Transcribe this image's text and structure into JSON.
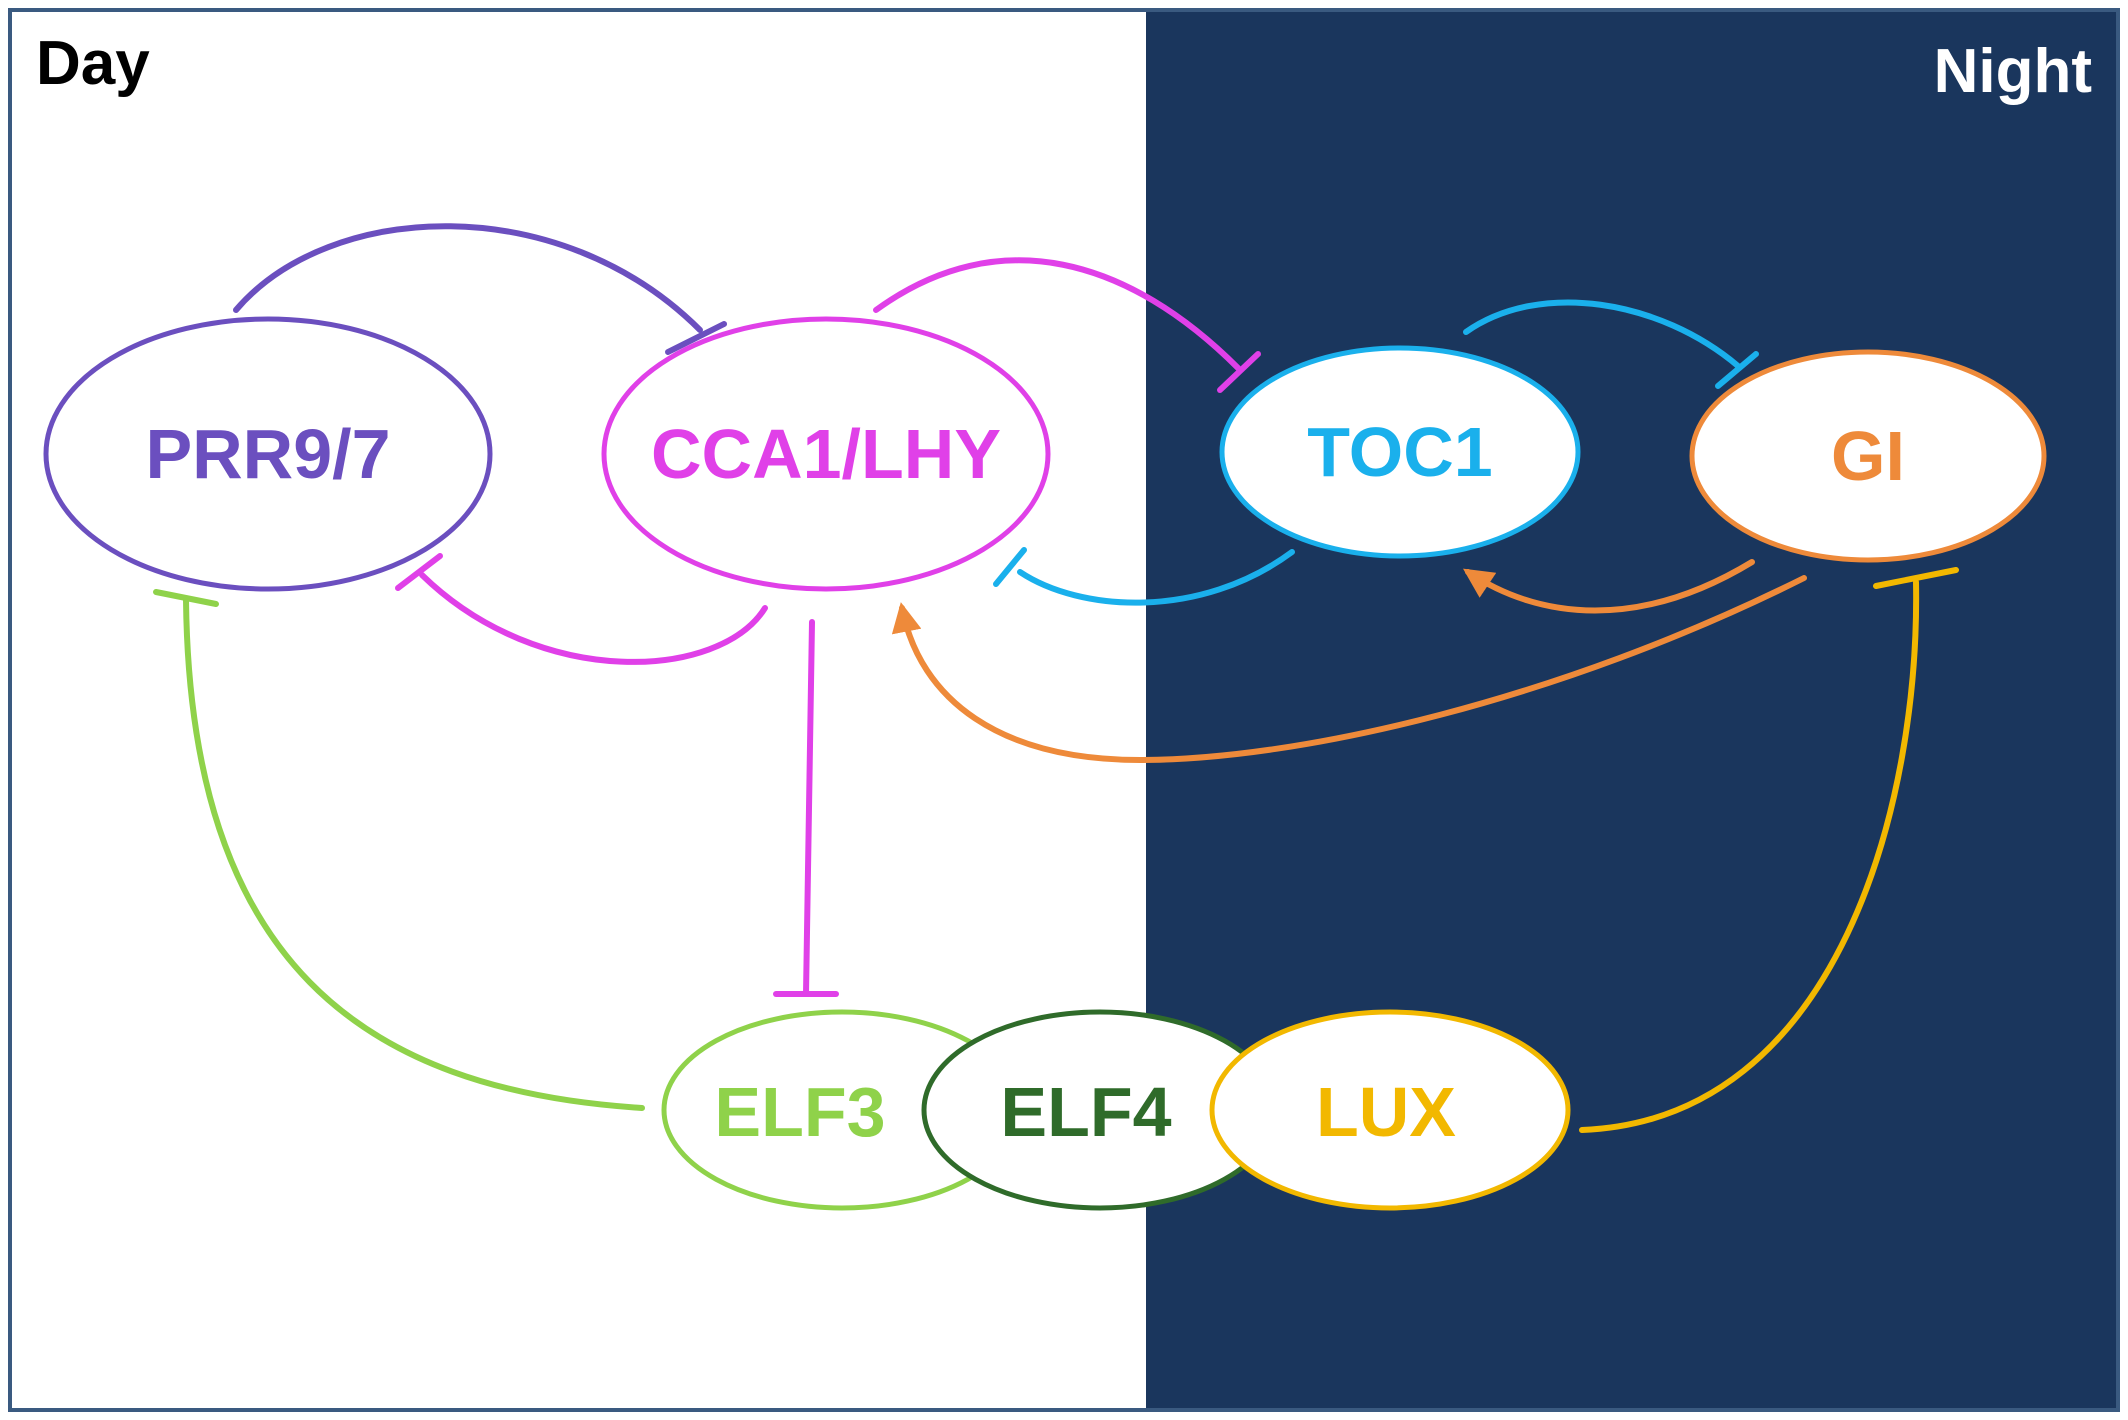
{
  "panels": {
    "day": {
      "label": "Day",
      "color": "#ffffff",
      "text_color": "#000000"
    },
    "night": {
      "label": "Night",
      "color": "#1a365d",
      "text_color": "#ffffff"
    }
  },
  "colors": {
    "border": "#3a5a80",
    "prr": "#6b4fbf",
    "cca": "#e040e8",
    "toc": "#1ab0ec",
    "gi": "#ee8a3a",
    "elf3": "#8fd24a",
    "elf4": "#2f6b2a",
    "lux": "#f2b800"
  },
  "nodes": {
    "prr97": {
      "label": "PRR9/7"
    },
    "cca1lhy": {
      "label": "CCA1/LHY"
    },
    "toc1": {
      "label": "TOC1"
    },
    "gi": {
      "label": "GI"
    },
    "elf3": {
      "label": "ELF3"
    },
    "elf4": {
      "label": "ELF4"
    },
    "lux": {
      "label": "LUX"
    }
  },
  "edges": [
    {
      "from": "PRR9/7",
      "to": "CCA1/LHY",
      "type": "repression"
    },
    {
      "from": "CCA1/LHY",
      "to": "PRR9/7",
      "type": "repression"
    },
    {
      "from": "CCA1/LHY",
      "to": "TOC1",
      "type": "repression"
    },
    {
      "from": "TOC1",
      "to": "CCA1/LHY",
      "type": "repression"
    },
    {
      "from": "TOC1",
      "to": "GI",
      "type": "repression"
    },
    {
      "from": "GI",
      "to": "TOC1",
      "type": "activation"
    },
    {
      "from": "GI",
      "to": "CCA1/LHY",
      "type": "activation"
    },
    {
      "from": "CCA1/LHY",
      "to": "ELF3",
      "type": "repression"
    },
    {
      "from": "ELF3",
      "to": "PRR9/7",
      "type": "repression"
    },
    {
      "from": "LUX",
      "to": "GI",
      "type": "repression"
    }
  ]
}
